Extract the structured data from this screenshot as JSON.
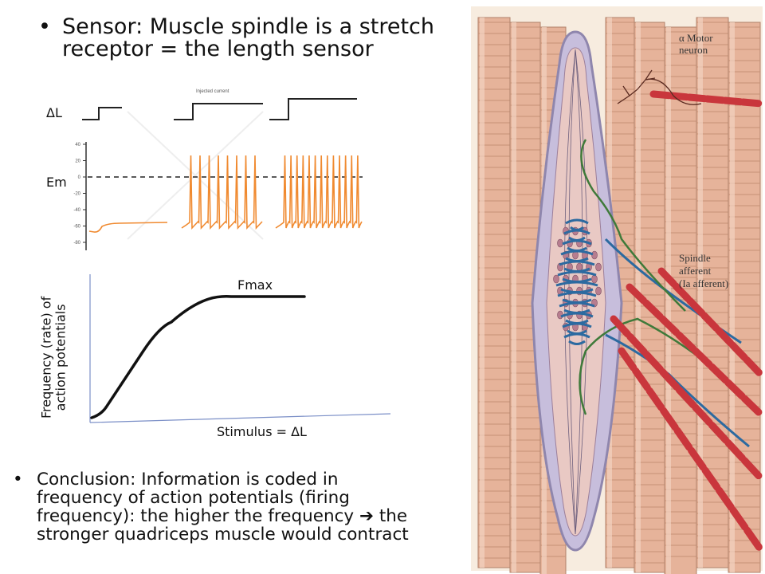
{
  "header": {
    "bullet": "•",
    "line1": "Sensor: Muscle spindle is a stretch",
    "line2": "receptor = the length sensor"
  },
  "traces": {
    "delta_l_label": "ΔL",
    "em_label": "Em",
    "injected_label": "Injected current",
    "em_ticks": [
      "40",
      "20",
      "0",
      "-20",
      "-40",
      "-60",
      "-80"
    ]
  },
  "curve": {
    "fmax_label": "Fmax",
    "x_label": "Stimulus = ΔL",
    "y_label_line1": "Frequency (rate) of",
    "y_label_line2": "action potentials"
  },
  "conclusion": {
    "bullet": "•",
    "line1": "Conclusion: Information is coded in",
    "line2": "frequency of action potentials (firing",
    "line3_a": "frequency): the higher the frequency",
    "arrow": "➔",
    "line3_b": "the",
    "line4": "stronger quadriceps muscle would contract"
  },
  "anatomy": {
    "motor_label_1": "α Motor",
    "motor_label_2": "neuron",
    "afferent_label_1": "Spindle",
    "afferent_label_2": "afferent",
    "afferent_label_3": "(Ia afferent)"
  },
  "colors": {
    "spike": "#f08a30",
    "muscle": "#e6b39a",
    "capsule": "#c7bedc",
    "nerve_red": "#c9363c",
    "afferent_green": "#3f7a3a",
    "afferent_blue": "#2c6aa0"
  }
}
